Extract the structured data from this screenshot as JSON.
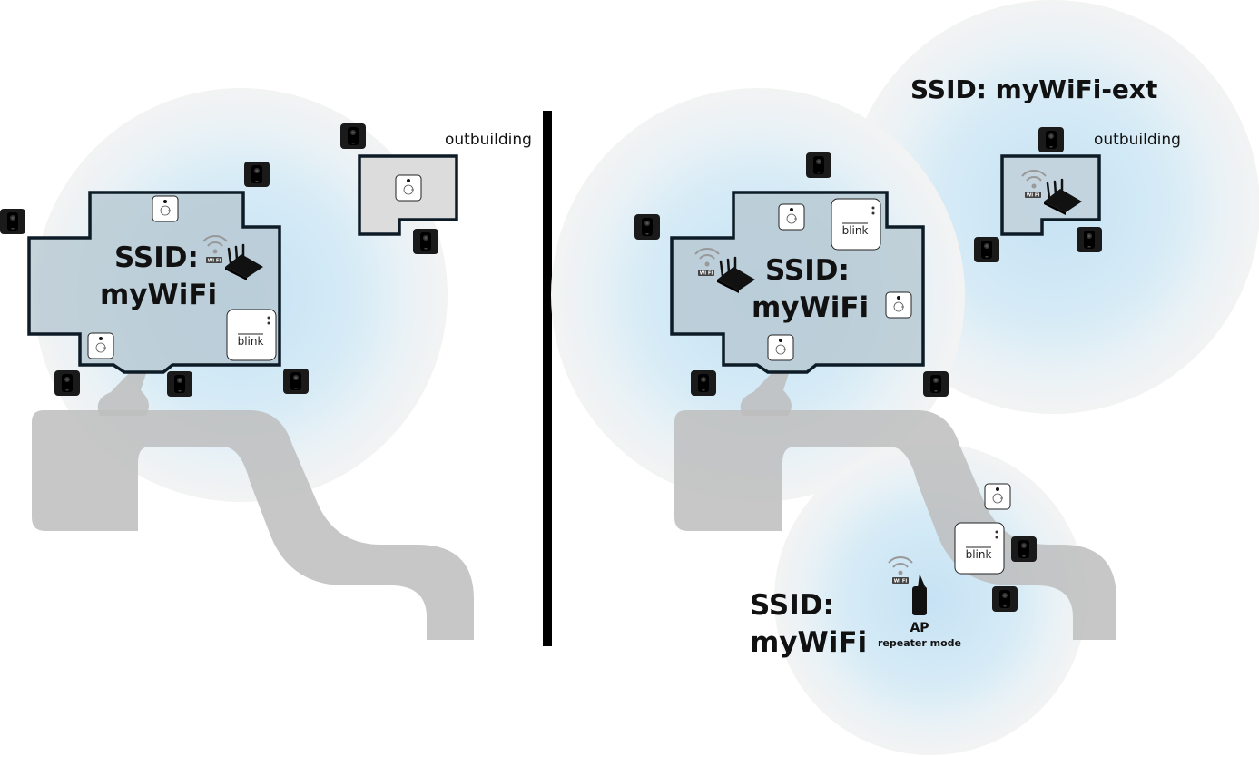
{
  "left_diagram": {
    "ssid_line1": "SSID:",
    "ssid_line2": "myWiFi",
    "outbuilding_label": "outbuilding",
    "sync_module_label": "blink"
  },
  "right_diagram": {
    "ssid_main_line1": "SSID:",
    "ssid_main_line2": "myWiFi",
    "ssid_ext_label": "SSID: myWiFi-ext",
    "outbuilding_label": "outbuilding",
    "sync_module_label": "blink",
    "sync_module_2_label": "blink",
    "ap_ssid_line1": "SSID:",
    "ap_ssid_line2": "myWiFi",
    "ap_label": "AP",
    "ap_mode_label": "repeater mode"
  },
  "wifi_badge_text": "WI FI",
  "colors": {
    "coverage_center": "#c9e4f4",
    "coverage_edge": "#f2f2f2",
    "house_fill": "#b7c8d2",
    "outline": "#0d1b26",
    "driveway": "#bdbdbd",
    "divider": "#000000"
  },
  "icons": {
    "camera": "outdoor-camera-icon",
    "indoor_camera": "indoor-camera-icon",
    "router": "router-icon",
    "sync_module": "sync-module-icon",
    "access_point": "access-point-icon",
    "wifi": "wifi-icon"
  }
}
